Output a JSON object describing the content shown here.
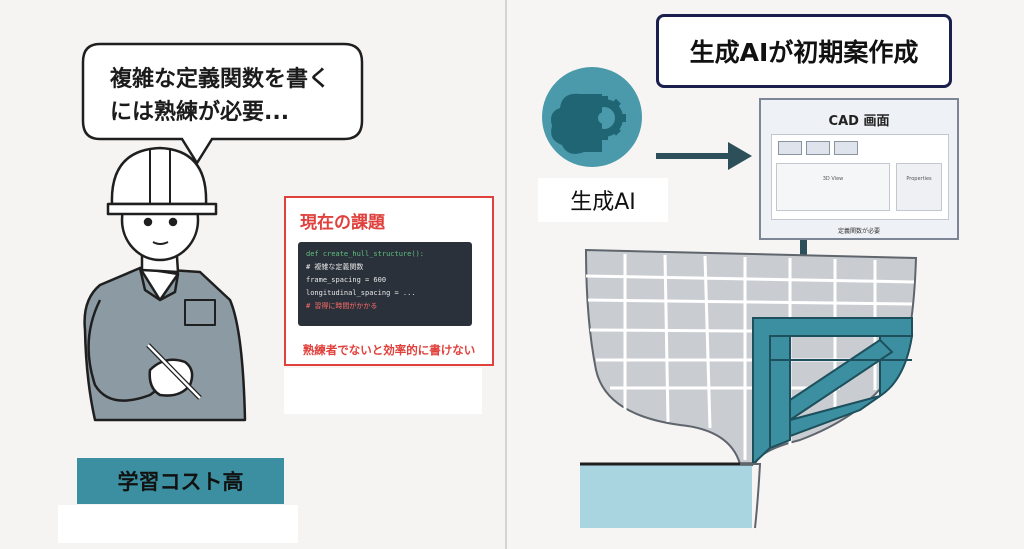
{
  "left": {
    "speech": [
      "複雑な定義関数を書く",
      "には熟練が必要..."
    ],
    "cost_label": "学習コスト高",
    "issue": {
      "title": "現在の課題",
      "code_lines": [
        "def create_hull_structure():",
        "# 複雑な定義関数",
        "frame_spacing = 600",
        "longitudinal_spacing = ...",
        "# 習得に時間がかかる"
      ],
      "footer": "熟練者でないと効率的に書けない"
    }
  },
  "right": {
    "title": "生成AIが初期案作成",
    "ai_label": "生成AI",
    "cad": {
      "title": "CAD 画面",
      "view_label": "3D View",
      "props_label": "Properties",
      "footer": "定義関数が必要"
    }
  },
  "colors": {
    "teal": "#3b8fa0",
    "navy": "#1a1f4d",
    "red": "#e0413d"
  }
}
